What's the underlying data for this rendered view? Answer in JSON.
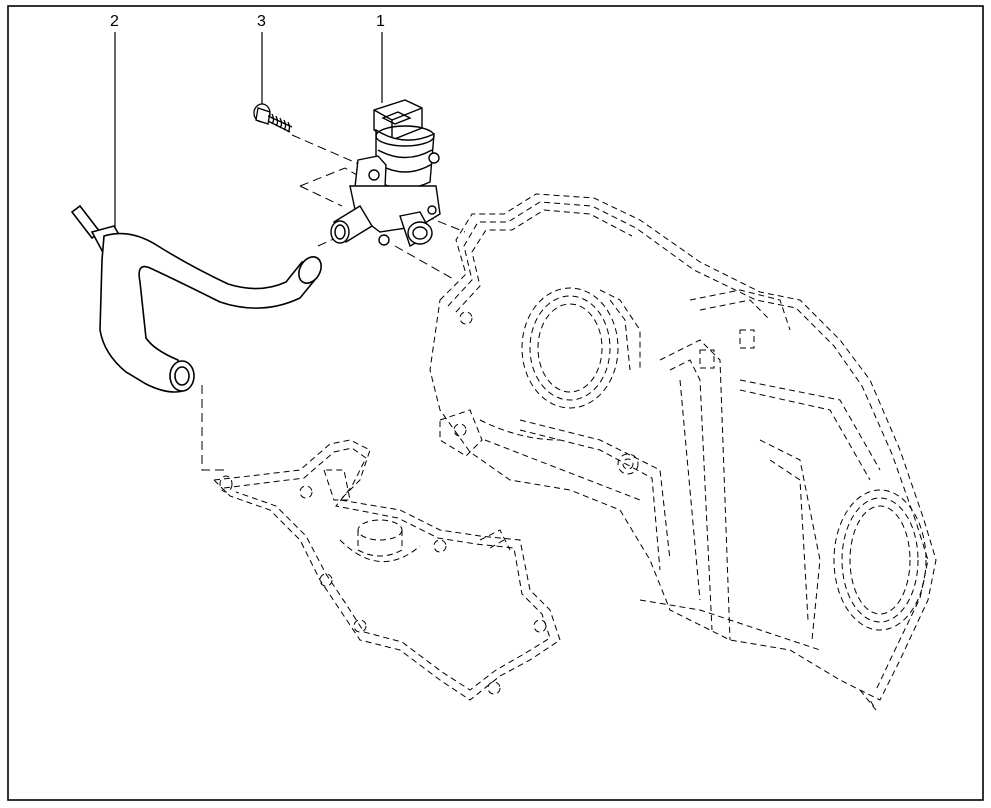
{
  "diagram": {
    "callouts": [
      {
        "id": "1",
        "label": "1"
      },
      {
        "id": "2",
        "label": "2"
      },
      {
        "id": "3",
        "label": "3"
      }
    ],
    "colors": {
      "ink": "#000000",
      "paper": "#ffffff"
    }
  }
}
